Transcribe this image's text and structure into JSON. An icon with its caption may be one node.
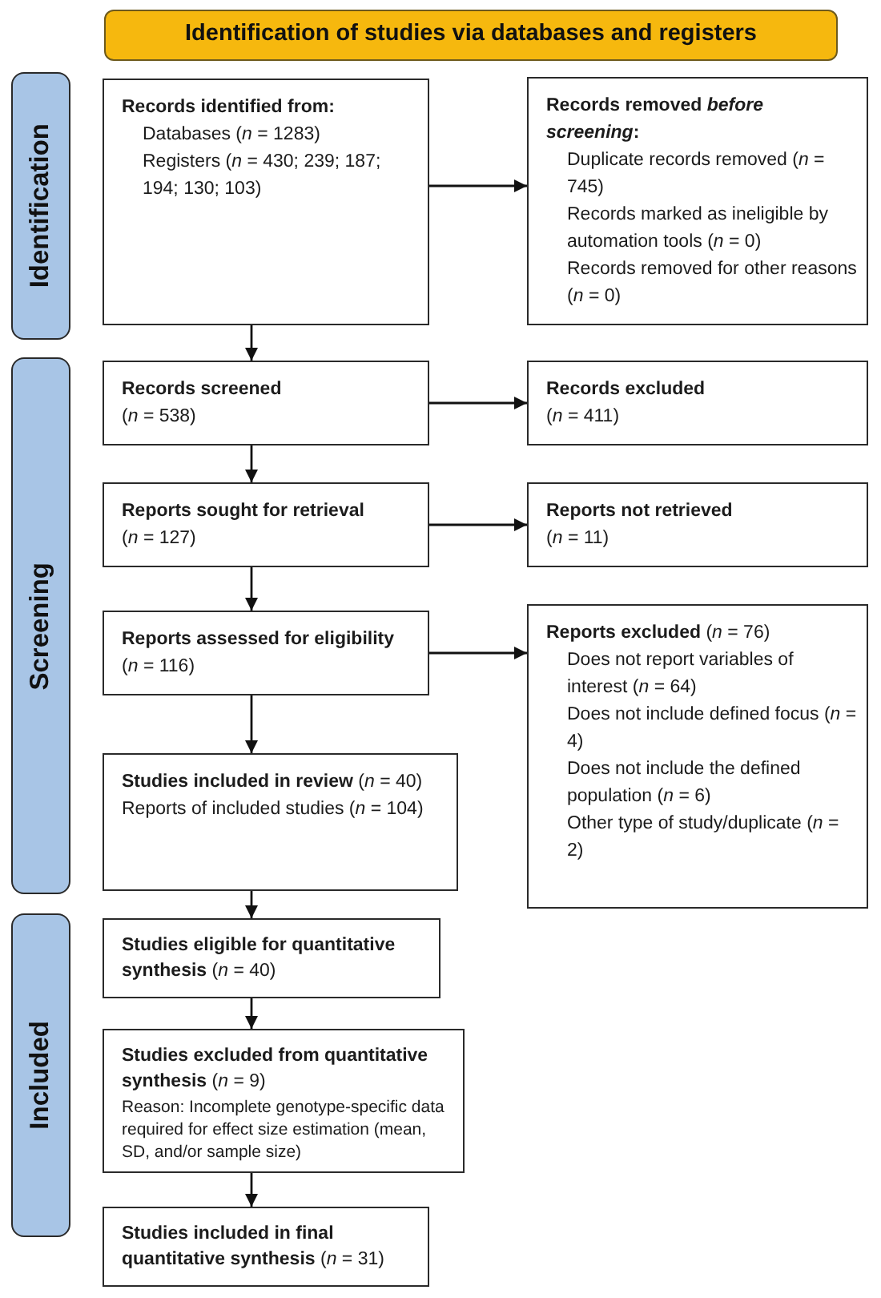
{
  "diagram": {
    "nodes": [
      {
        "text": [
          "Identification of studies via databases and registers"
        ]
      },
      {
        "text": [
          "Identification"
        ]
      },
      {
        "text": [
          "Records identified from:",
          "Databases (*n* = 1283)",
          "Registers (*n* = 430; 239; 187; 194; 130; 103)"
        ]
      },
      {
        "text": [
          "Records removed *before screening*:",
          "Duplicate records removed (*n* = 745)",
          "Records marked as ineligible by automation tools (*n* = 0)",
          "Records removed for other reasons (*n* = 0)"
        ]
      },
      {
        "text": [
          "Screening"
        ]
      },
      {
        "text": [
          "Records screened",
          "(*n* = 538)"
        ]
      },
      {
        "text": [
          "Records excluded",
          "(*n* = 411)"
        ]
      },
      {
        "text": [
          "Reports sought for retrieval",
          "(*n* = 127)"
        ]
      },
      {
        "text": [
          "Reports not retrieved",
          "(*n* = 11)"
        ]
      },
      {
        "text": [
          "Reports assessed for eligibility",
          "(*n* = 116)"
        ]
      },
      {
        "text": [
          "**Reports excluded** (*n* = 76)",
          "Does not report variables of interest (*n* = 64)",
          "Does not include defined focus (*n* = 4)",
          "Does not include the defined population (*n* = 6)",
          "Other type of study/duplicate (*n* = 2)"
        ]
      },
      {
        "text": [
          "**Studies included in review** (*n* = 40)",
          "Reports of included studies (*n* = 104)"
        ]
      },
      {
        "text": [
          "Included"
        ]
      },
      {
        "text": [
          "**Studies eligible for quantitative synthesis** (*n* = 40)"
        ]
      },
      {
        "text": [
          "**Studies excluded from quantitative synthesis** (*n* = 9)",
          "Reason: Incomplete genotype-specific data required for effect size estimation (mean, SD, and/or sample size)"
        ]
      },
      {
        "text": [
          "**Studies included in final quantitative synthesis** (*n* = 31)"
        ]
      }
    ],
    "edges": [
      {
        "from": 2,
        "to": 3,
        "arrow": "to"
      },
      {
        "from": 2,
        "to": 5,
        "arrow": "to"
      },
      {
        "from": 5,
        "to": 6,
        "arrow": "to"
      },
      {
        "from": 5,
        "to": 7,
        "arrow": "to"
      },
      {
        "from": 7,
        "to": 8,
        "arrow": "to"
      },
      {
        "from": 7,
        "to": 9,
        "arrow": "to"
      },
      {
        "from": 9,
        "to": 10,
        "arrow": "to"
      },
      {
        "from": 9,
        "to": 11,
        "arrow": "to"
      },
      {
        "from": 11,
        "to": 13,
        "arrow": "to"
      },
      {
        "from": 13,
        "to": 14,
        "arrow": "to"
      },
      {
        "from": 14,
        "to": 15,
        "arrow": "to"
      }
    ]
  }
}
